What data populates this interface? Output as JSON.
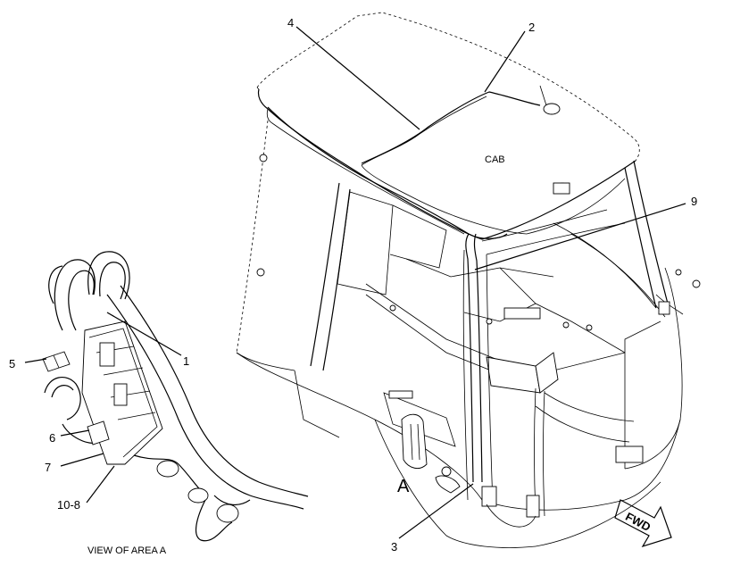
{
  "callouts": {
    "c1": "1",
    "c2": "2",
    "c3": "3",
    "c4": "4",
    "c5": "5",
    "c6": "6",
    "c7": "7",
    "c9": "9",
    "c10_8": "10-8"
  },
  "labels": {
    "cab": "CAB",
    "area_marker": "A",
    "view_caption": "VIEW OF AREA  A",
    "fwd_arrow": "FWD"
  }
}
